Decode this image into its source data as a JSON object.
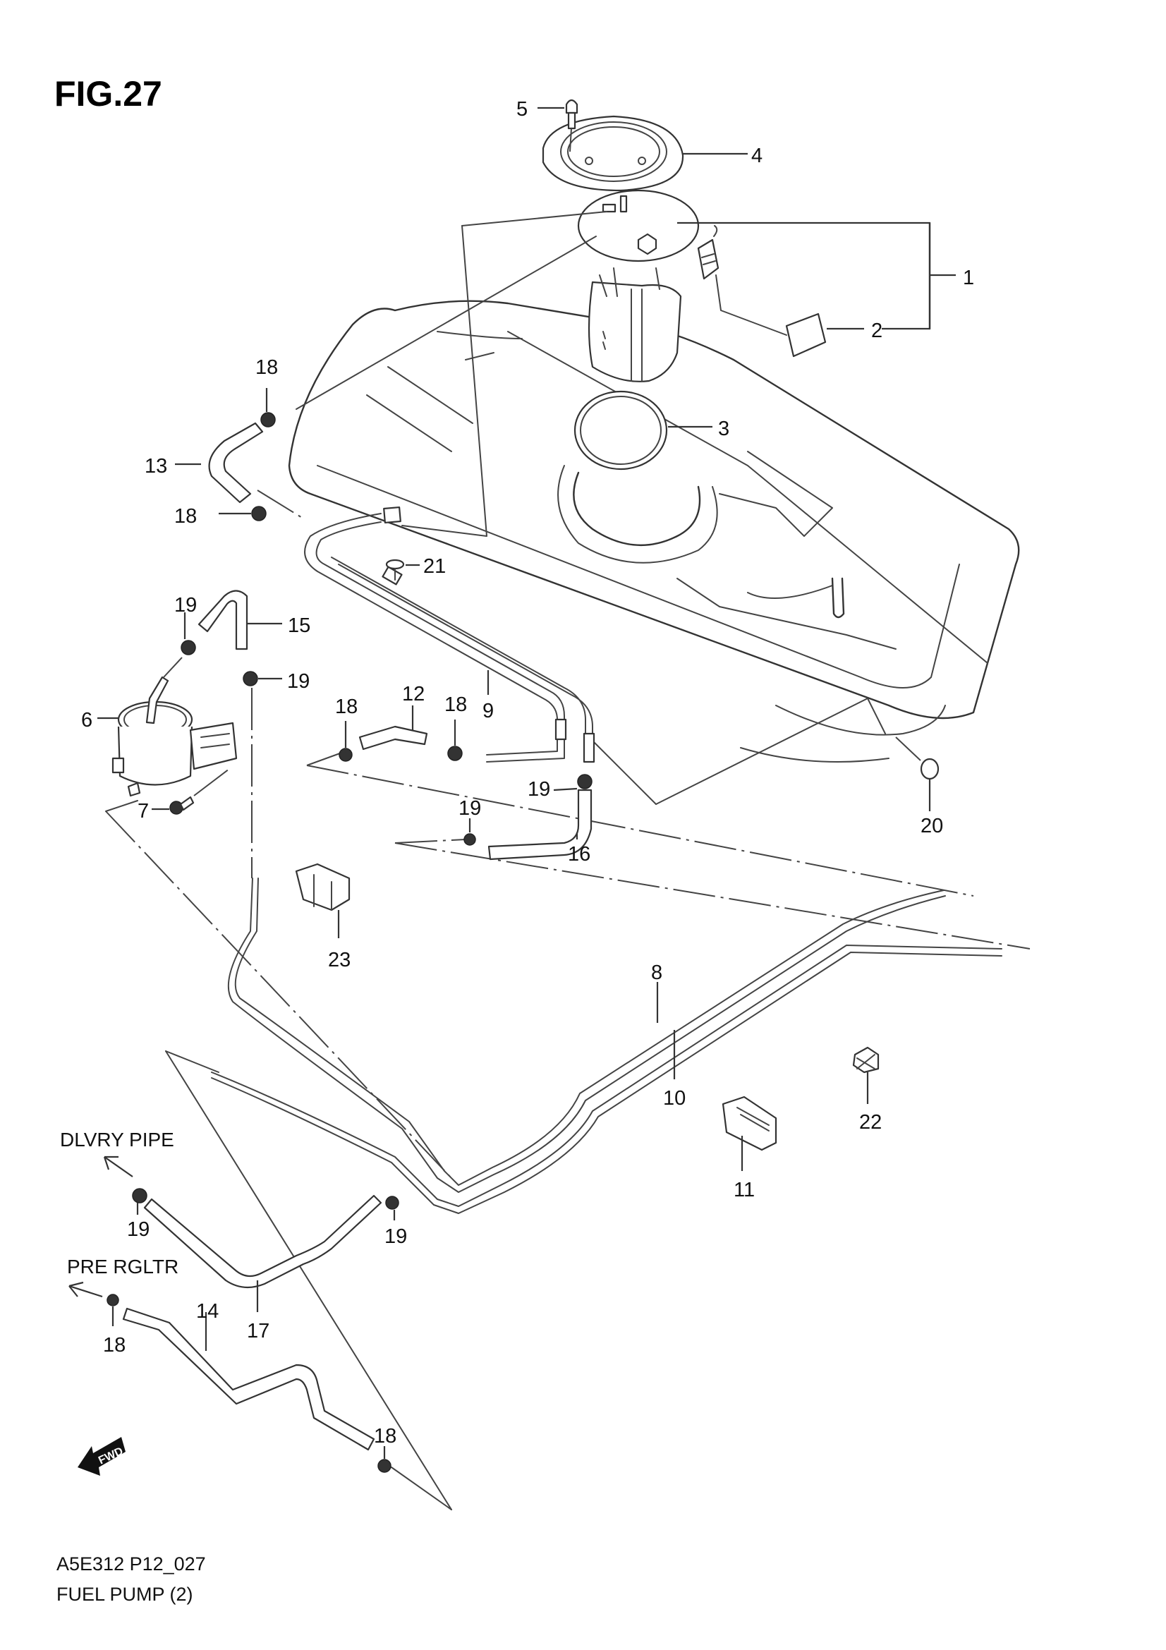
{
  "figure": {
    "title": "FIG.27",
    "code": "A5E312 P12_027",
    "name": "FUEL PUMP (2)"
  },
  "destinations": {
    "delivery_pipe": "DLVRY PIPE",
    "pressure_regulator": "PRE RGLTR"
  },
  "forward_indicator": {
    "label": "FWD",
    "icon": "forward-arrow-icon"
  },
  "callouts": [
    {
      "id": "c1",
      "number": "1",
      "part": "fuel-pump-assembly"
    },
    {
      "id": "c2",
      "number": "2",
      "part": "fuel-level-gauge"
    },
    {
      "id": "c3",
      "number": "3",
      "part": "gasket"
    },
    {
      "id": "c4",
      "number": "4",
      "part": "retainer-plate"
    },
    {
      "id": "c5",
      "number": "5",
      "part": "bolt"
    },
    {
      "id": "c6",
      "number": "6",
      "part": "fuel-filter"
    },
    {
      "id": "c7",
      "number": "7",
      "part": "bolt"
    },
    {
      "id": "c8",
      "number": "8",
      "part": "pipe"
    },
    {
      "id": "c9",
      "number": "9",
      "part": "pipe"
    },
    {
      "id": "c10",
      "number": "10",
      "part": "pipe"
    },
    {
      "id": "c11",
      "number": "11",
      "part": "clamp"
    },
    {
      "id": "c12",
      "number": "12",
      "part": "hose"
    },
    {
      "id": "c13",
      "number": "13",
      "part": "hose"
    },
    {
      "id": "c14",
      "number": "14",
      "part": "hose"
    },
    {
      "id": "c15",
      "number": "15",
      "part": "hose"
    },
    {
      "id": "c16",
      "number": "16",
      "part": "hose"
    },
    {
      "id": "c17",
      "number": "17",
      "part": "hose"
    },
    {
      "id": "c18a",
      "number": "18",
      "part": "hose-clip"
    },
    {
      "id": "c18b",
      "number": "18",
      "part": "hose-clip"
    },
    {
      "id": "c18c",
      "number": "18",
      "part": "hose-clip"
    },
    {
      "id": "c18d",
      "number": "18",
      "part": "hose-clip"
    },
    {
      "id": "c18e",
      "number": "18",
      "part": "hose-clip"
    },
    {
      "id": "c18f",
      "number": "18",
      "part": "hose-clip"
    },
    {
      "id": "c19a",
      "number": "19",
      "part": "hose-clip"
    },
    {
      "id": "c19b",
      "number": "19",
      "part": "hose-clip"
    },
    {
      "id": "c19c",
      "number": "19",
      "part": "hose-clip"
    },
    {
      "id": "c19d",
      "number": "19",
      "part": "hose-clip"
    },
    {
      "id": "c19e",
      "number": "19",
      "part": "hose-clip"
    },
    {
      "id": "c19f",
      "number": "19",
      "part": "hose-clip"
    },
    {
      "id": "c20",
      "number": "20",
      "part": "clip"
    },
    {
      "id": "c21",
      "number": "21",
      "part": "clip"
    },
    {
      "id": "c22",
      "number": "22",
      "part": "clamp"
    },
    {
      "id": "c23",
      "number": "23",
      "part": "clamp"
    }
  ]
}
